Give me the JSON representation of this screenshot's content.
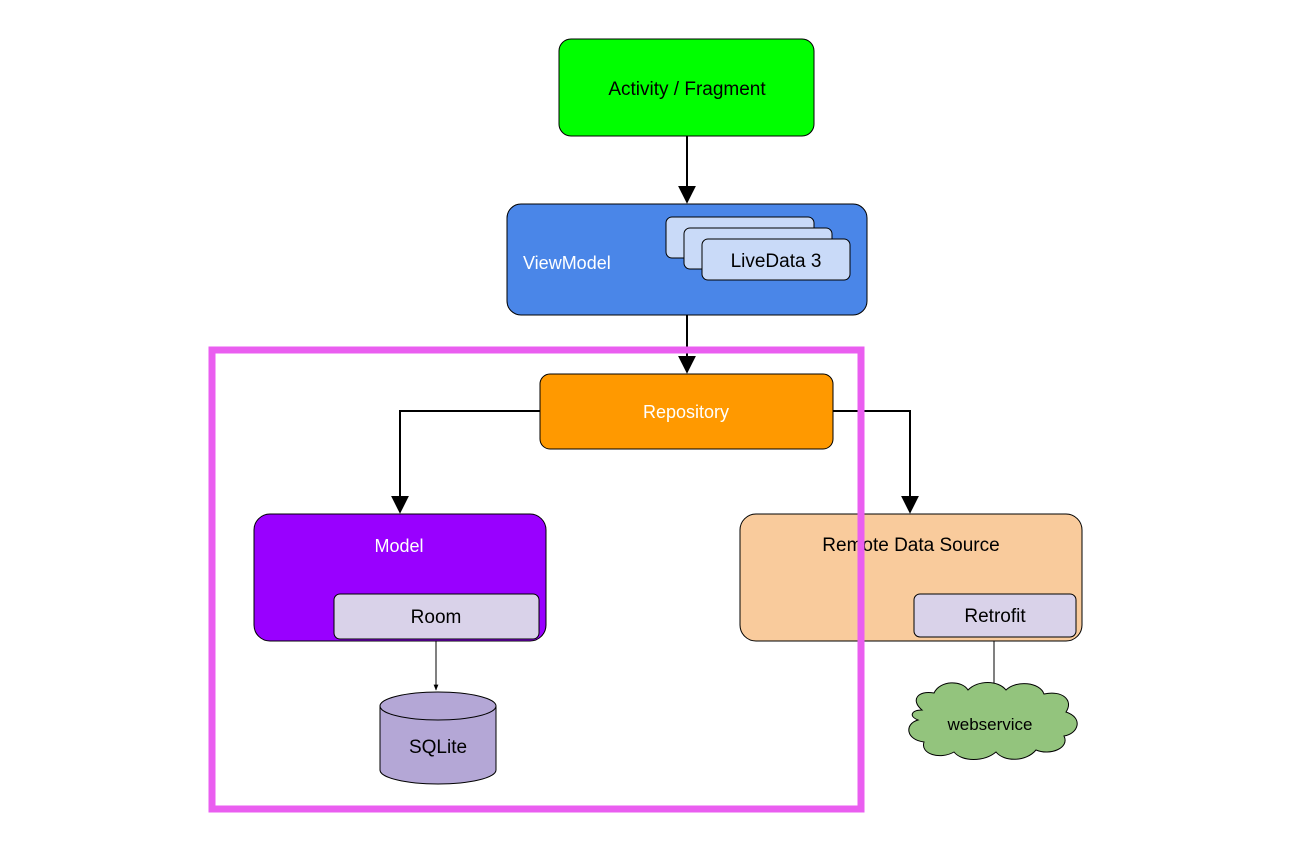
{
  "nodes": {
    "activity": {
      "label": "Activity / Fragment",
      "fill": "#00ff00"
    },
    "viewmodel": {
      "label": "ViewModel",
      "fill": "#4a86e8"
    },
    "livedata": {
      "label": "LiveData 3",
      "fill": "#c9daf8"
    },
    "repository": {
      "label": "Repository",
      "fill": "#ff9900"
    },
    "model": {
      "label": "Model",
      "fill": "#9900ff"
    },
    "room": {
      "label": "Room",
      "fill": "#d9d2e9"
    },
    "sqlite": {
      "label": "SQLite",
      "fill": "#b4a7d6"
    },
    "remote": {
      "label": "Remote Data Source",
      "fill": "#f9cb9c"
    },
    "retrofit": {
      "label": "Retrofit",
      "fill": "#d9d2e9"
    },
    "webservice": {
      "label": "webservice",
      "fill": "#93c47d"
    }
  },
  "highlight": {
    "color": "#ea5ef0"
  }
}
